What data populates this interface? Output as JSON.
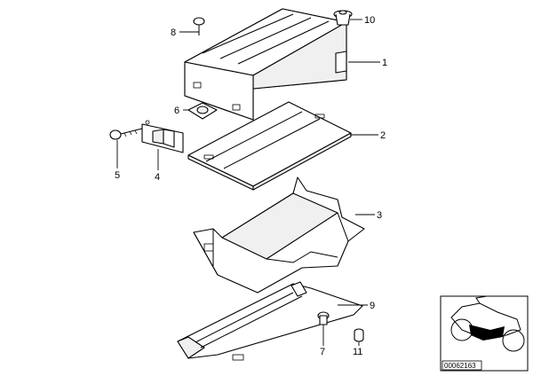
{
  "callouts": {
    "c1": "1",
    "c2": "2",
    "c3": "3",
    "c4": "4",
    "c5": "5",
    "c6": "6",
    "c7": "7",
    "c8": "8",
    "c9": "9",
    "c10": "10",
    "c11": "11"
  },
  "thumbnail": {
    "doc_id": "00062163"
  }
}
